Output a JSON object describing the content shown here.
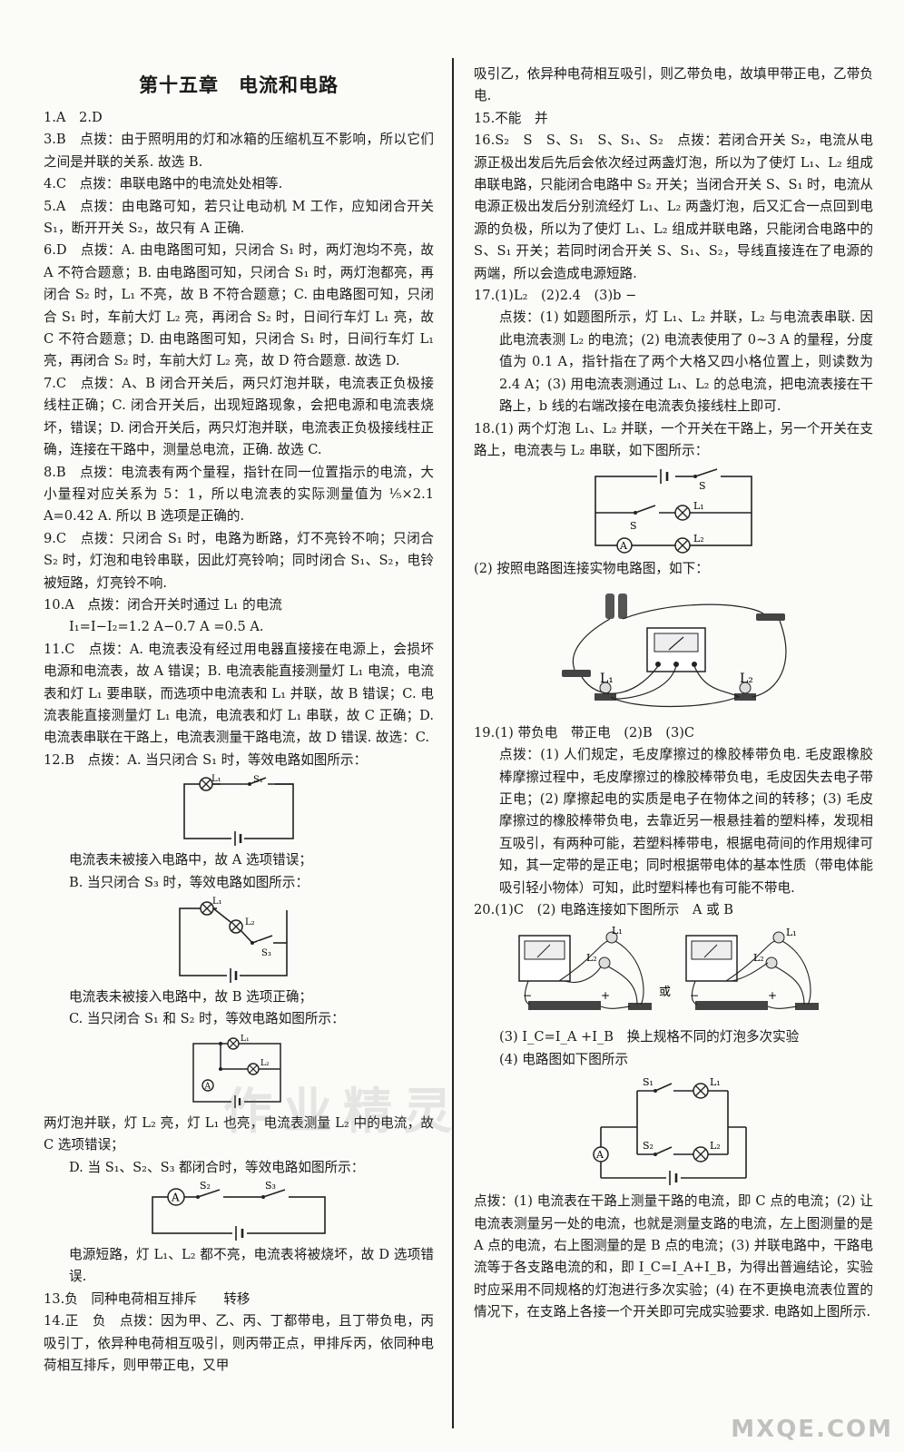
{
  "title": "第十五章　电流和电路",
  "left": [
    "1.A　2.D",
    "3.B　点拨：由于照明用的灯和冰箱的压缩机互不影响，所以它们之间是并联的关系. 故选 B.",
    "4.C　点拨：串联电路中的电流处处相等.",
    "5.A　点拨：由电路可知，若只让电动机 M 工作，应知闭合开关 S₁，断开开关 S₂，故只有 A 正确.",
    "6.D　点拨：A. 由电路图可知，只闭合 S₁ 时，两灯泡均不亮，故 A 不符合题意；B. 由电路图可知，只闭合 S₁ 时，两灯泡都亮，再闭合 S₂ 时，L₁ 不亮，故 B 不符合题意；C. 由电路图可知，只闭合 S₁ 时，车前大灯 L₂ 亮，再闭合 S₂ 时，日间行车灯 L₁ 亮，故 C 不符合题意；D. 由电路图可知，只闭合 S₁ 时，日间行车灯 L₁ 亮，再闭合 S₂ 时，车前大灯 L₂ 亮，故 D 符合题意. 故选 D.",
    "7.C　点拨：A、B 闭合开关后，两只灯泡并联，电流表正负极接线柱正确；C. 闭合开关后，出现短路现象，会把电源和电流表烧坏，错误；D. 闭合开关后，两只灯泡并联，电流表正负极接线柱正确，连接在干路中，测量总电流，正确. 故选 C.",
    "8.B　点拨：电流表有两个量程，指针在同一位置指示的电流，大小量程对应关系为 5：1，所以电流表的实际测量值为 ⅕×2.1 A=0.42 A. 所以 B 选项是正确的.",
    "9.C　点拨：只闭合 S₁ 时，电路为断路，灯不亮铃不响；只闭合 S₂ 时，灯泡和电铃串联，因此灯亮铃响；同时闭合 S₁、S₂，电铃被短路，灯亮铃不响.",
    "10.A　点拨：闭合开关时通过 L₁ 的电流",
    "I₁=I−I₂=1.2 A−0.7 A =0.5 A.",
    "11.C　点拨：A. 电流表没有经过用电器直接接在电源上，会损坏电源和电流表，故 A 错误；B. 电流表能直接测量灯 L₁ 电流，电流表和灯 L₁ 要串联，而选项中电流表和 L₁ 并联，故 B 错误；C. 电流表能直接测量灯 L₁ 电流，电流表和灯 L₁ 串联，故 C 正确；D. 电流表串联在干路上，电流表测量干路电流，故 D 错误. 故选：C.",
    "12.B　点拨：A. 当只闭合 S₁ 时，等效电路如图所示：",
    "电流表未被接入电路中，故 A 选项错误；",
    "B. 当只闭合 S₃ 时，等效电路如图所示：",
    "电流表未被接入电路中，故 B 选项正确；",
    "C. 当只闭合 S₁ 和 S₂ 时，等效电路如图所示：",
    "两灯泡并联，灯 L₂ 亮，灯 L₁ 也亮，电流表测量 L₂ 中的电流，故 C 选项错误；",
    "D. 当 S₁、S₂、S₃ 都闭合时，等效电路如图所示：",
    "电源短路，灯 L₁、L₂ 都不亮，电流表将被烧坏，故 D 选项错误.",
    "13.负　同种电荷相互排斥　　转移",
    "14.正　负　点拨：因为甲、乙、丙、丁都带电，且丁带负电，丙吸引丁，依异种电荷相互吸引，则丙带正点，甲排斥丙，依同种电荷相互排斥，则甲带正电，又甲"
  ],
  "right": [
    "吸引乙，依异种电荷相互吸引，则乙带负电，故填甲带正电，乙带负电.",
    "15.不能　并",
    "16.S₂　S　S、S₁　S、S₁、S₂　点拨：若闭合开关 S₂，电流从电源正极出发后先后会依次经过两盏灯泡，所以为了使灯 L₁、L₂ 组成串联电路，只能闭合电路中 S₂ 开关；当闭合开关 S、S₁ 时，电流从电源正极出发后分别流经灯 L₁、L₂ 两盏灯泡，后又汇合一点回到电源的负极，所以为了使灯 L₁、L₂ 组成并联电路，只能闭合电路中的 S、S₁ 开关；若同时闭合开关 S、S₁、S₂，导线直接连在了电源的两端，所以会造成电源短路.",
    "17.(1)L₂　(2)2.4　(3)b −",
    "点拨：(1) 如题图所示，灯 L₁、L₂ 并联，L₂ 与电流表串联. 因此电流表测 L₂ 的电流；(2) 电流表使用了 0~3 A 的量程，分度值为 0.1 A，指针指在了两个大格又四小格位置上，则读数为 2.4 A；(3) 用电流表测通过 L₁、L₂ 的总电流，把电流表接在干路上，b 线的右端改接在电流表负接线柱上即可.",
    "18.(1) 两个灯泡 L₁、L₂ 并联，一个开关在干路上，另一个开关在支路上，电流表与 L₂ 串联，如下图所示：",
    "(2) 按照电路图连接实物电路图，如下：",
    "19.(1) 带负电　带正电　(2)B　(3)C",
    "点拨：(1) 人们规定，毛皮摩擦过的橡胶棒带负电. 毛皮跟橡胶棒摩擦过程中，毛皮摩擦过的橡胶棒带负电，毛皮因失去电子带正电；(2) 摩擦起电的实质是电子在物体之间的转移；(3) 毛皮摩擦过的橡胶棒带负电，去靠近另一根悬挂着的塑料棒，发现相互吸引，有两种可能，若塑料棒带电，根据电荷间的作用规律可知，其一定带的是正电；同时根据带电体的基本性质（带电体能吸引轻小物体）可知，此时塑料棒也有可能不带电.",
    "20.(1)C　(2) 电路连接如下图所示　A 或 B",
    "(3) I_C=I_A +I_B　换上规格不同的灯泡多次实验",
    "(4) 电路图如下图所示",
    "点拨：(1) 电流表在干路上测量干路的电流，即 C 点的电流；(2) 让电流表测量另一处的电流，也就是测量支路的电流，左上图测量的是 A 点的电流，右上图测量的是 B 点的电流；(3) 并联电路中，干路电流等于各支路电流的和，即 I_C=I_A+I_B，为得出普遍结论，实验时应采用不同规格的灯泡进行多次实验；(4) 在不更换电流表位置的情况下，在支路上各接一个开关即可完成实验要求. 电路如上图所示."
  ],
  "labels": {
    "L1": "L₁",
    "L2": "L₂",
    "S": "S",
    "S1": "S₁",
    "S2": "S₂",
    "S3": "S₃",
    "A": "A",
    "plus": "+",
    "minus": "−",
    "or": "或"
  },
  "watermark": "作业精灵",
  "logo": "MXQE.COM"
}
